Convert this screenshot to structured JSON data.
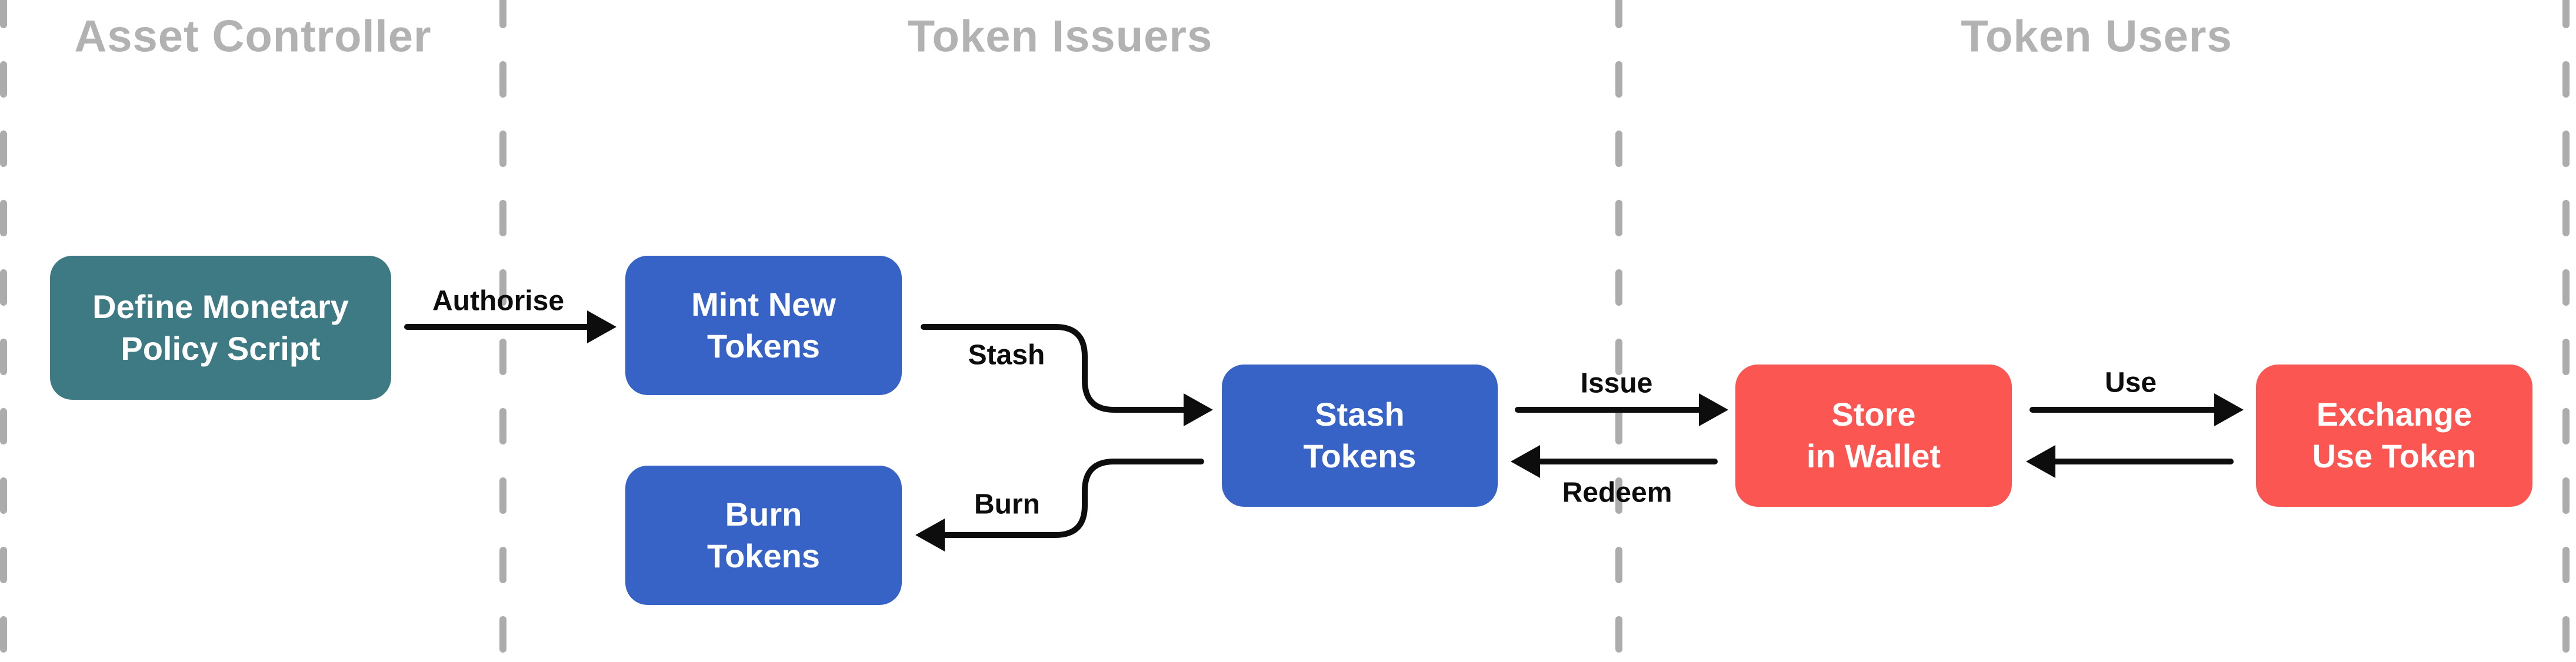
{
  "diagram": {
    "sections": {
      "asset_controller": {
        "title": "Asset Controller"
      },
      "token_issuers": {
        "title": "Token Issuers"
      },
      "token_users": {
        "title": "Token Users"
      }
    },
    "nodes": {
      "define": {
        "line1": "Define Monetary",
        "line2": "Policy Script",
        "color": "#3e7a83"
      },
      "mint": {
        "line1": "Mint New",
        "line2": "Tokens",
        "color": "#3763c7"
      },
      "burn": {
        "line1": "Burn",
        "line2": "Tokens",
        "color": "#3763c7"
      },
      "stash": {
        "line1": "Stash",
        "line2": "Tokens",
        "color": "#3763c7"
      },
      "store": {
        "line1": "Store",
        "line2": "in Wallet",
        "color": "#fc5653"
      },
      "exchange": {
        "line1": "Exchange",
        "line2": "Use Token",
        "color": "#fc5653"
      }
    },
    "edge_labels": {
      "authorise": "Authorise",
      "stash": "Stash",
      "burn": "Burn",
      "issue": "Issue",
      "redeem": "Redeem",
      "use": "Use"
    },
    "colors": {
      "background": "#ffffff",
      "divider": "#acacac",
      "section_title": "#b2b2b2",
      "arrow": "#0d0d0d",
      "node_text": "#ffffff",
      "teal": "#3e7a83",
      "blue": "#3763c7",
      "red": "#fc5653"
    }
  }
}
